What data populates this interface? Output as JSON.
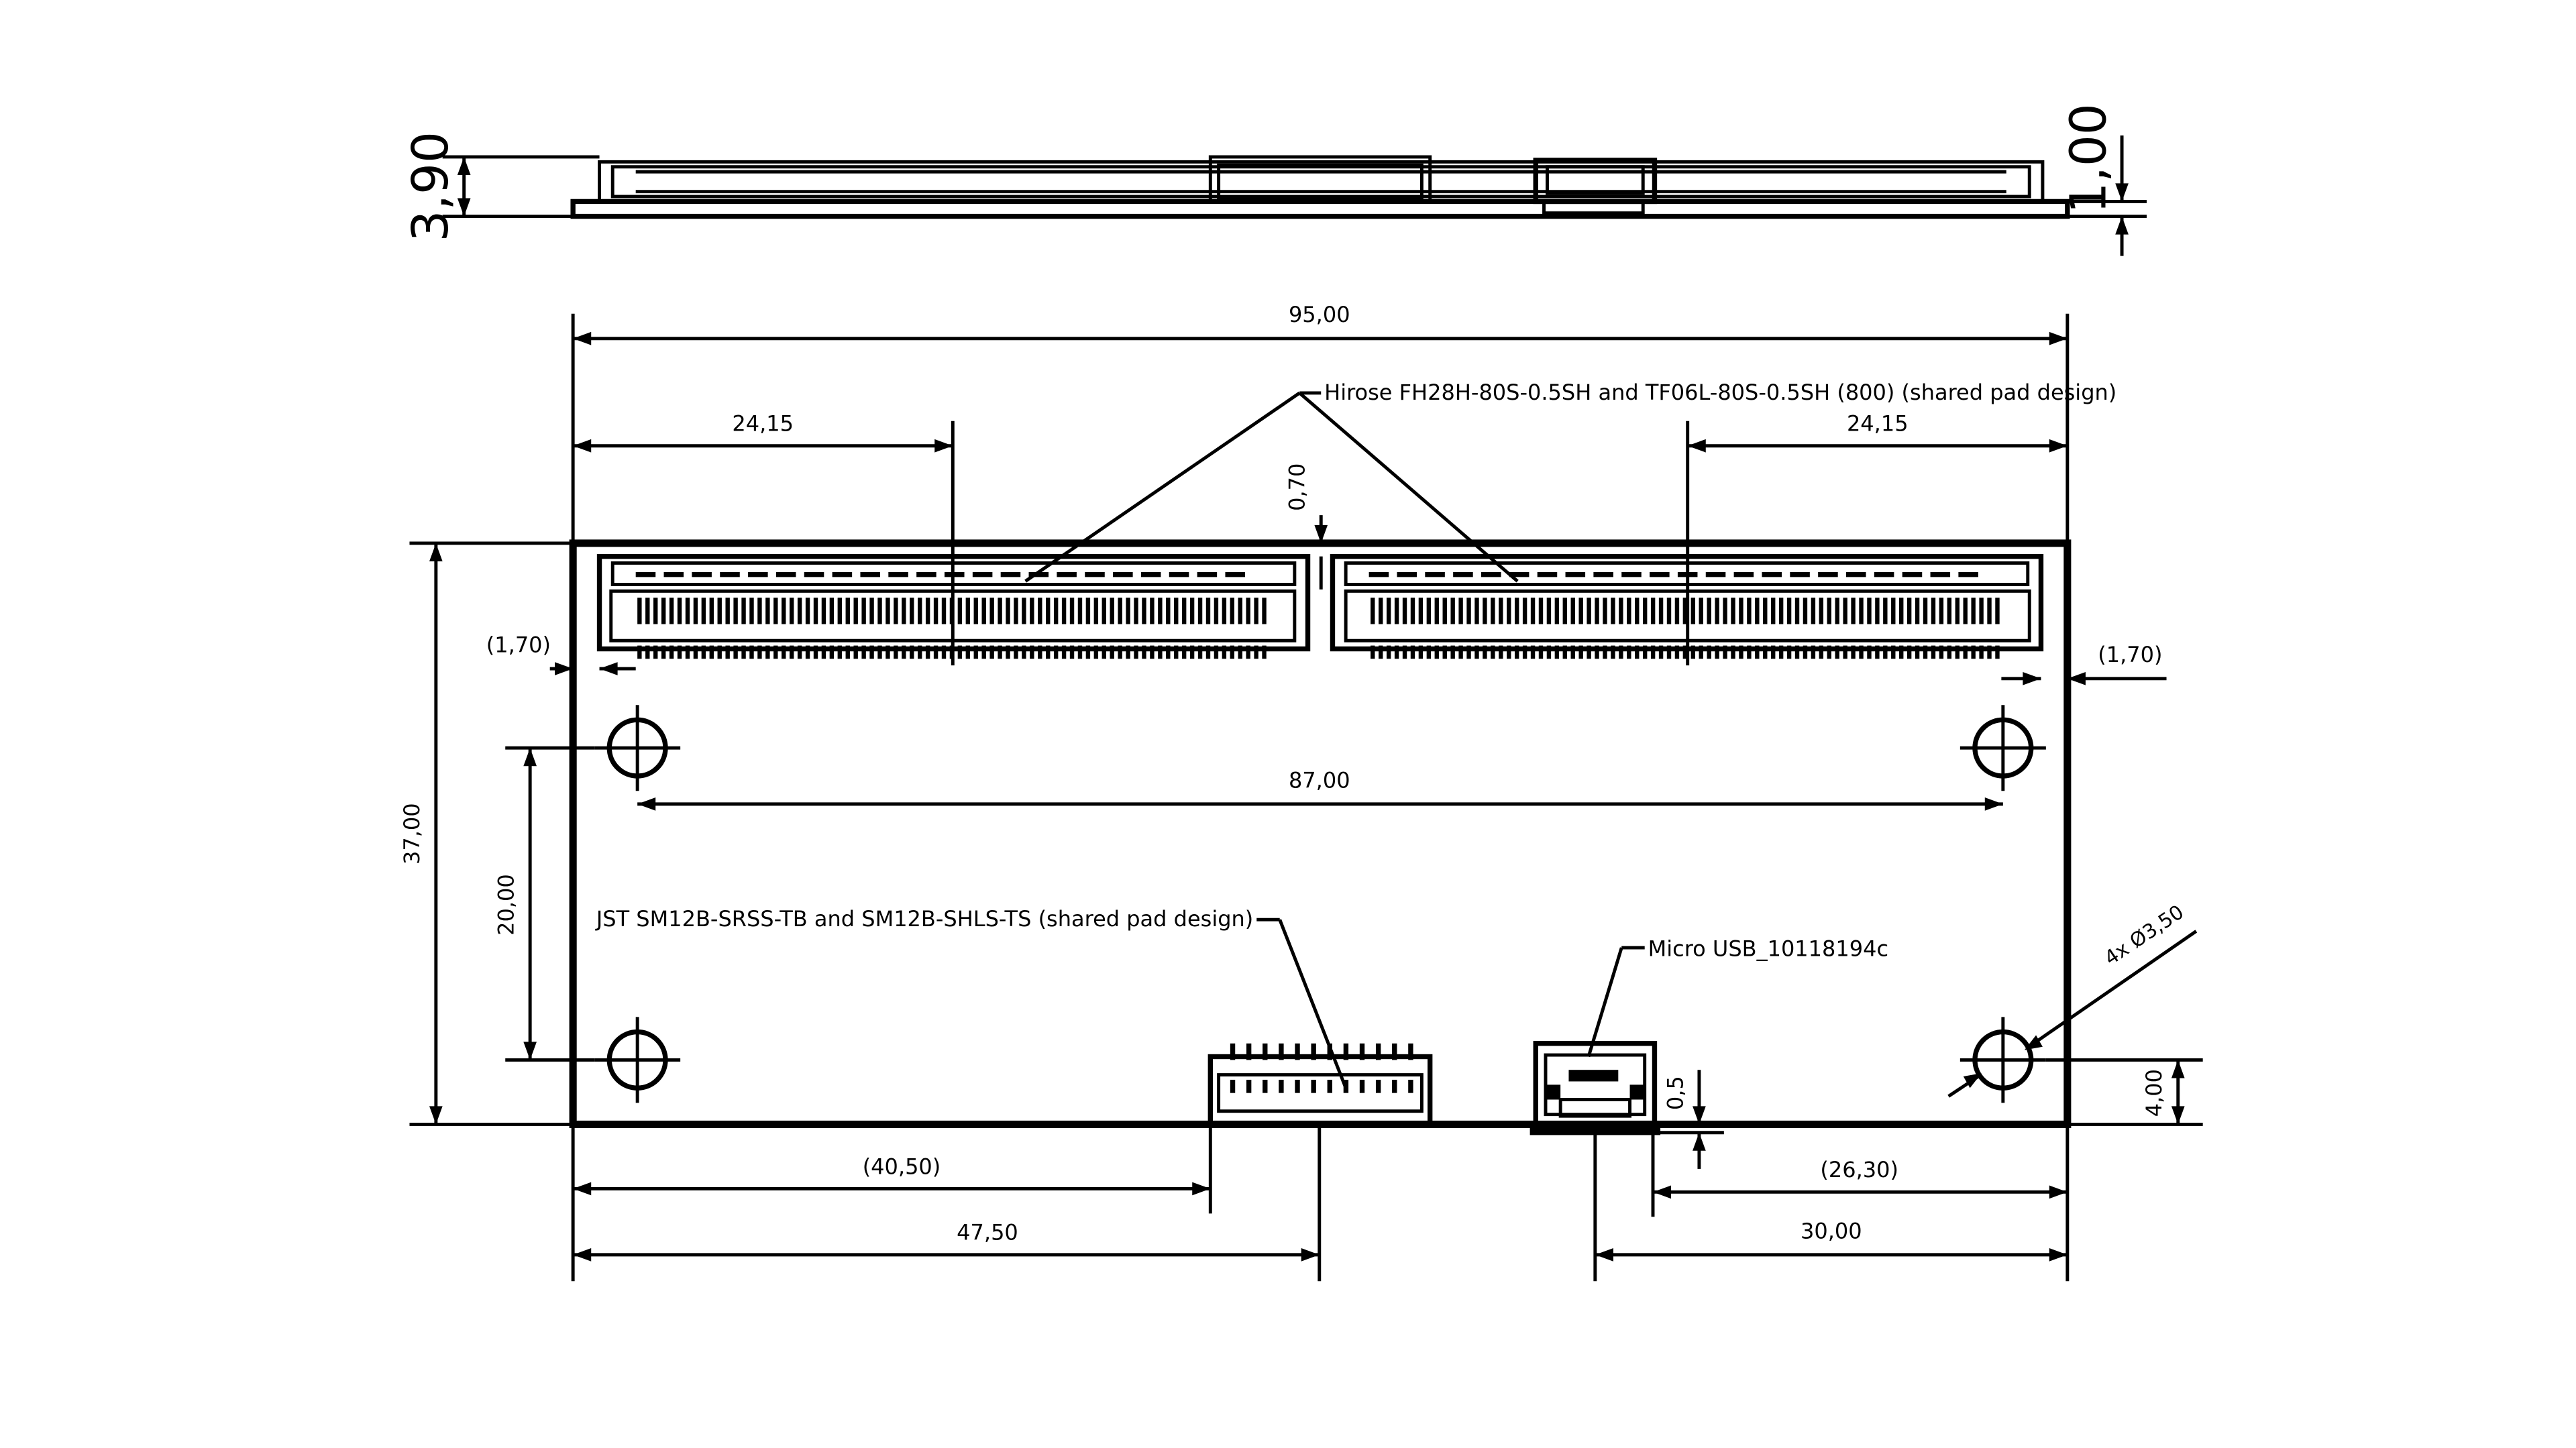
{
  "side_view": {
    "height_dim": "3,90",
    "board_dim": "1,00"
  },
  "top_view": {
    "width_dim": "95,00",
    "height_dim": "37,00",
    "left_connector_dim": "24,15",
    "right_connector_dim": "24,15",
    "gap_dim": "0,70",
    "left_offset_dim": "(1,70)",
    "right_offset_dim": "(1,70)",
    "hole_spacing_x_dim": "87,00",
    "hole_spacing_y_dim": "20,00",
    "hole_dim": "4x Ø3,50",
    "hole_edge_dim": "4,00",
    "usb_offset_dim": "0,5",
    "jst_left_dim": "(40,50)",
    "jst_center_dim": "47,50",
    "usb_right_dim": "(26,30)",
    "usb_center_dim": "30,00"
  },
  "labels": {
    "hirose": "Hirose FH28H-80S-0.5SH and TF06L-80S-0.5SH (800) (shared pad design)",
    "jst": "JST SM12B-SRSS-TB and SM12B-SHLS-TS (shared pad design)",
    "usb": "Micro USB_10118194c"
  }
}
